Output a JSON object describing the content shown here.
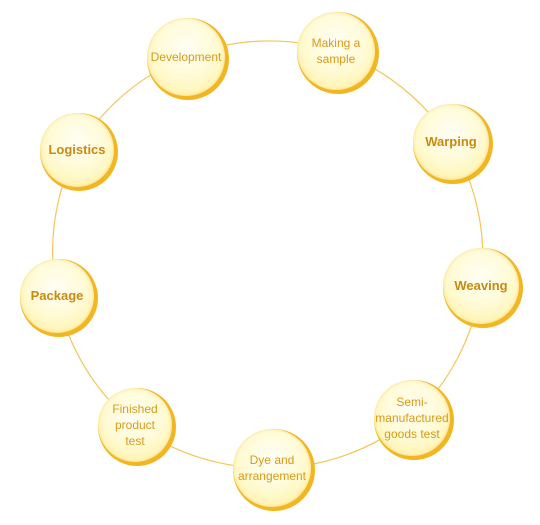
{
  "ring_color": "#f2c75a",
  "node_edge_color": "#f3b623",
  "text_color": "#d99a14",
  "steps": [
    {
      "id": "development",
      "label": "Development",
      "bold": false
    },
    {
      "id": "making-sample",
      "label": "Making a\n      sample",
      "bold": false
    },
    {
      "id": "warping",
      "label": "Warping",
      "bold": true
    },
    {
      "id": "weaving",
      "label": "Weaving",
      "bold": true
    },
    {
      "id": "semi-test",
      "label": "Semi-\nmanufactured\ngoods test",
      "bold": false
    },
    {
      "id": "dye",
      "label": "Dye and\narrangement",
      "bold": false
    },
    {
      "id": "finished-test",
      "label": "Finished\nproduct\ntest",
      "bold": false
    },
    {
      "id": "package",
      "label": "Package",
      "bold": true
    },
    {
      "id": "logistics",
      "label": "Logistics",
      "bold": true
    }
  ]
}
